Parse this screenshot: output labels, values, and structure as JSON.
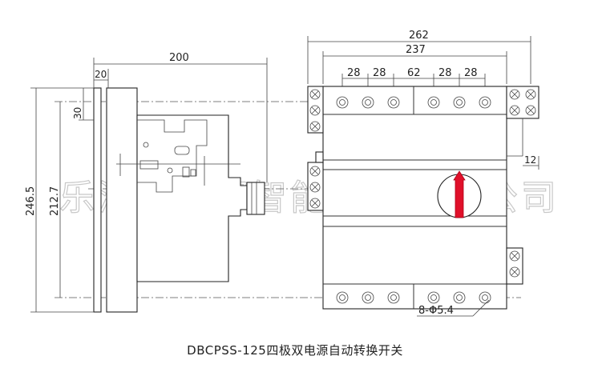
{
  "dimensions": {
    "side_width": "200",
    "side_flange": "20",
    "side_top_offset": "30",
    "total_height": "246.5",
    "mount_height": "212.7",
    "front_total_width": "262",
    "front_body_width": "237",
    "pitch_1": "28",
    "pitch_2": "28",
    "pitch_mid": "62",
    "pitch_3": "28",
    "pitch_4": "28",
    "edge_offset": "12",
    "holes": "8-Φ5.4"
  },
  "watermark": "乐清市得邦智能电气有限公司",
  "caption": "DBCPSS-125四极双电源自动转换开关"
}
